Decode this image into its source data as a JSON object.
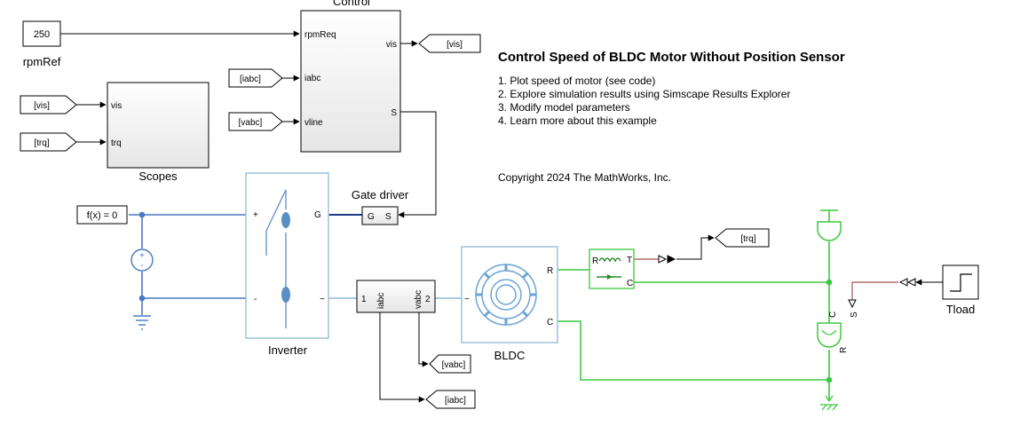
{
  "annotation": {
    "title": "Control Speed of BLDC Motor Without Position Sensor",
    "steps": [
      "1. Plot speed of motor (see code)",
      "2. Explore simulation results using Simscape Results Explorer",
      "3. Modify model parameters",
      "4. Learn more about this example"
    ],
    "copyright": "Copyright 2024 The MathWorks, Inc."
  },
  "blocks": {
    "rpm_ref": {
      "value": "250",
      "name": "rpmRef"
    },
    "control": {
      "name": "Control",
      "in_ports": [
        "rpmReq",
        "iabc",
        "vline"
      ],
      "out_ports": [
        "vis",
        "S"
      ]
    },
    "scopes": {
      "name": "Scopes",
      "in_ports": [
        "vis",
        "trq"
      ]
    },
    "gate_driver": {
      "name": "Gate driver",
      "ports": [
        "G",
        "S"
      ]
    },
    "solver_config": {
      "label": "f(x) = 0"
    },
    "inverter": {
      "name": "Inverter",
      "plus": "+",
      "minus": "-",
      "gate": "G",
      "ac": "~"
    },
    "sensor": {
      "in_port": "1",
      "out_port": "2",
      "labels": [
        "iabc",
        "vabc"
      ]
    },
    "bldc": {
      "name": "BLDC",
      "ports": [
        "R",
        "C"
      ],
      "ac": "~"
    },
    "torque_sensor": {
      "ports": [
        "R",
        "T",
        "C"
      ]
    },
    "torque_source": {
      "ports": [
        "C",
        "S",
        "R"
      ]
    },
    "tload": {
      "name": "Tload"
    }
  },
  "tags": {
    "goto_vis": "[vis]",
    "from_vis": "[vis]",
    "from_trq": "[trq]",
    "from_iabc": "[iabc]",
    "from_vabc": "[vabc]",
    "goto_trq": "[trq]",
    "goto_vabc": "[vabc]",
    "goto_iabc": "[iabc]"
  },
  "colors": {
    "signal": "#000000",
    "electrical": "#4a78c2",
    "mechanical_rot": "#3cc83c",
    "physical_signal": "#a05050",
    "block_border": "#9cc4d8"
  }
}
